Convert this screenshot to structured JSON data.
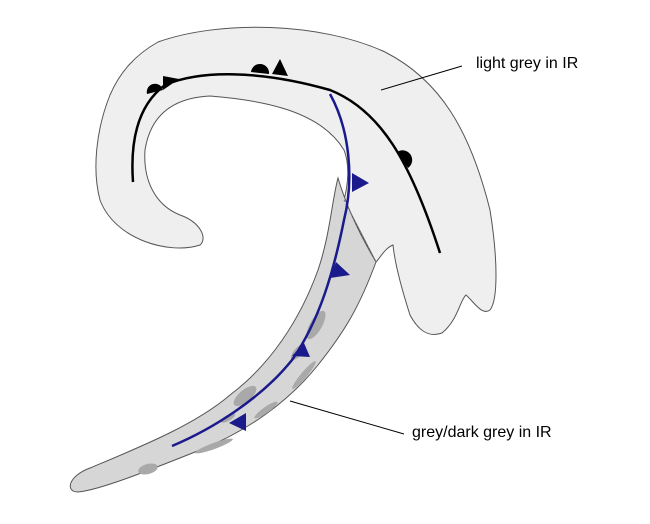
{
  "labels": {
    "light_cloud": "light grey in IR",
    "dark_cloud": "grey/dark grey in IR"
  },
  "colors": {
    "light_cloud_fill": "#efefef",
    "dark_cloud_fill": "#d6d6d6",
    "streak_fill": "#a9a9a9",
    "occluded_front": "#000000",
    "cold_front": "#1a1a8c",
    "outline": "#555555"
  },
  "fronts": {
    "occluded": {
      "symbol_types": [
        "semicircle",
        "triangle",
        "semicircle",
        "triangle",
        "semicircle"
      ]
    },
    "cold": {
      "symbol_types": [
        "triangle",
        "triangle",
        "triangle",
        "triangle"
      ]
    }
  }
}
